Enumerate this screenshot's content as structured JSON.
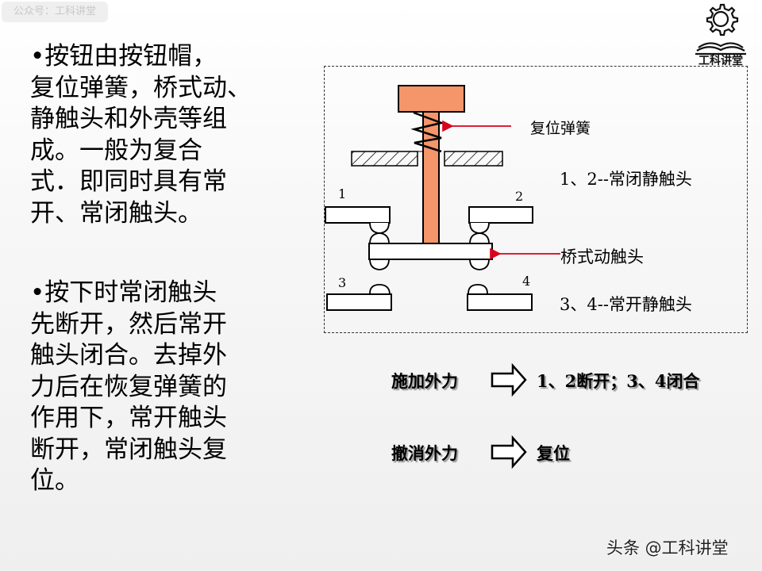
{
  "watermark": {
    "text": "公众号：工科讲堂"
  },
  "logo": {
    "icon": "gear-book-icon",
    "text": "工科讲堂"
  },
  "left_text": {
    "paragraph1": [
      "•按钮由按钮帽，",
      "复位弹簧，桥式动、",
      "静触头和外壳等组",
      "成。一般为复合",
      "式．即同时具有常",
      "开、常闭触头。"
    ],
    "paragraph2": [
      "•按下时常闭触头",
      "先断开，然后常开",
      "触头闭合。去掉外",
      "力后在恢复弹簧的",
      "作用下，常开触头",
      "断开，常闭触头复",
      "位。"
    ]
  },
  "diagram": {
    "labels": {
      "spring": "复位弹簧",
      "nc_contacts": "1、2--常闭静触头",
      "bridge": "桥式动触头",
      "no_contacts": "3、4--常开静触头"
    },
    "numbers": [
      "1",
      "2",
      "3",
      "4"
    ],
    "colors": {
      "button": "#f4956a",
      "arrow": "#d9001b",
      "outline": "#000000"
    }
  },
  "actions": [
    {
      "condition": "施加外力",
      "arrow_icon": "hollow-right-arrow-icon",
      "result": "1、2断开；3、4闭合"
    },
    {
      "condition": "撤消外力",
      "arrow_icon": "hollow-right-arrow-icon",
      "result": "复位"
    }
  ],
  "footer": {
    "text": "头条 @工科讲堂"
  }
}
